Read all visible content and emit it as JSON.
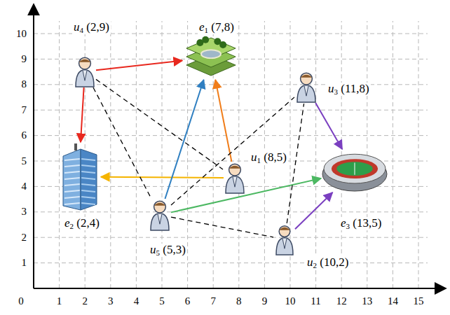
{
  "diagram": {
    "nodes": [
      {
        "text": [
          "u4 (2,9)"
        ]
      },
      {
        "text": [
          "e1 (7,8)"
        ]
      },
      {
        "text": [
          "u3 (11,8)"
        ]
      },
      {
        "text": [
          "u1 (8,5)"
        ]
      },
      {
        "text": [
          "e3 (13,5)"
        ]
      },
      {
        "text": [
          "u5 (5,3)"
        ]
      },
      {
        "text": [
          "e2 (2,4)"
        ]
      },
      {
        "text": [
          "u2 (10,2)"
        ]
      }
    ],
    "edges": [
      {
        "from": 0,
        "to": 1,
        "arrow": "to"
      },
      {
        "from": 0,
        "to": 6,
        "arrow": "to"
      },
      {
        "from": 3,
        "to": 1,
        "arrow": "to"
      },
      {
        "from": 3,
        "to": 6,
        "arrow": "to"
      },
      {
        "from": 5,
        "to": 1,
        "arrow": "to"
      },
      {
        "from": 5,
        "to": 4,
        "arrow": "to"
      },
      {
        "from": 2,
        "to": 4,
        "arrow": "to"
      },
      {
        "from": 7,
        "to": 4,
        "arrow": "to"
      },
      {
        "from": 0,
        "to": 3,
        "arrow": "none"
      },
      {
        "from": 0,
        "to": 5,
        "arrow": "none"
      },
      {
        "from": 5,
        "to": 2,
        "arrow": "none"
      },
      {
        "from": 5,
        "to": 7,
        "arrow": "none"
      },
      {
        "from": 7,
        "to": 2,
        "arrow": "none"
      }
    ],
    "labels": [
      "0",
      "1",
      "2",
      "3",
      "4",
      "5",
      "6",
      "7",
      "8",
      "9",
      "10",
      "11",
      "12",
      "13",
      "14",
      "15",
      "1",
      "2",
      "3",
      "4",
      "5",
      "6",
      "7",
      "8",
      "9",
      "10"
    ]
  }
}
